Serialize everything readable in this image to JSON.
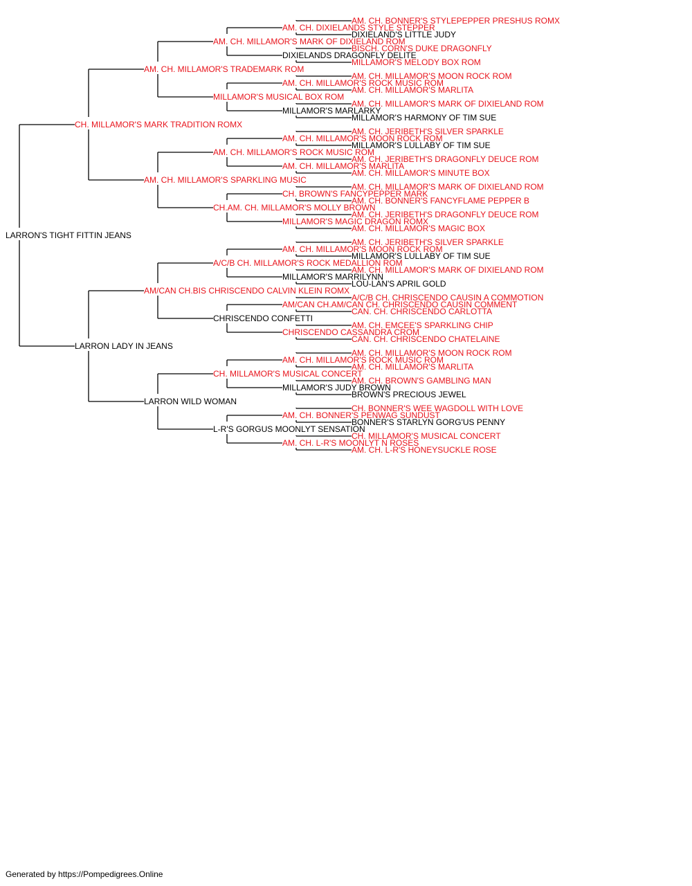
{
  "colors": {
    "champion": "#e8141c",
    "regular": "#000000",
    "line": "#000000"
  },
  "pedigree": {
    "name": "LARRON'S TIGHT FITTIN JEANS",
    "champion": false,
    "sire": {
      "name": "CH. MILLAMOR'S MARK TRADITION ROMX",
      "champion": true,
      "sire": {
        "name": "AM. CH. MILLAMOR'S TRADEMARK ROM",
        "champion": true,
        "sire": {
          "name": "AM. CH. MILLAMOR'S MARK OF DIXIELAND ROM",
          "champion": true,
          "sire": {
            "name": "AM. CH. DIXIELANDS STYLE STEPPER",
            "champion": true,
            "sire": {
              "name": "AM. CH. BONNER'S STYLEPEPPER PRESHUS ROMX",
              "champion": true
            },
            "dam": {
              "name": "DIXIELAND'S LITTLE JUDY",
              "champion": false
            }
          },
          "dam": {
            "name": "DIXIELANDS DRAGONFLY DELITE",
            "champion": false,
            "sire": {
              "name": "BISCH. CORN'S DUKE DRAGONFLY",
              "champion": true
            },
            "dam": {
              "name": "MILLAMOR'S MELODY BOX ROM",
              "champion": true
            }
          }
        },
        "dam": {
          "name": "MILLAMOR'S MUSICAL BOX ROM",
          "champion": true,
          "sire": {
            "name": "AM. CH. MILLAMOR'S ROCK MUSIC ROM",
            "champion": true,
            "sire": {
              "name": "AM. CH. MILLAMOR'S MOON ROCK ROM",
              "champion": true
            },
            "dam": {
              "name": "AM. CH. MILLAMOR'S MARLITA",
              "champion": true
            }
          },
          "dam": {
            "name": "MILLAMOR'S MARLARKY",
            "champion": false,
            "sire": {
              "name": "AM. CH. MILLAMOR'S MARK OF DIXIELAND ROM",
              "champion": true
            },
            "dam": {
              "name": "MILLAMOR'S HARMONY OF TIM SUE",
              "champion": false
            }
          }
        }
      },
      "dam": {
        "name": "AM. CH. MILLAMOR'S SPARKLING MUSIC",
        "champion": true,
        "sire": {
          "name": "AM. CH. MILLAMOR'S ROCK MUSIC ROM",
          "champion": true,
          "sire": {
            "name": "AM. CH. MILLAMOR'S MOON ROCK ROM",
            "champion": true,
            "sire": {
              "name": "AM. CH. JERIBETH'S SILVER SPARKLE",
              "champion": true
            },
            "dam": {
              "name": "MILLAMOR'S LULLABY OF TIM SUE",
              "champion": false
            }
          },
          "dam": {
            "name": "AM. CH. MILLAMOR'S MARLITA",
            "champion": true,
            "sire": {
              "name": "AM. CH. JERIBETH'S DRAGONFLY DEUCE ROM",
              "champion": true
            },
            "dam": {
              "name": "AM. CH. MILLAMOR'S MINUTE BOX",
              "champion": true
            }
          }
        },
        "dam": {
          "name": "CH.AM. CH. MILLAMOR'S MOLLY BROWN",
          "champion": true,
          "sire": {
            "name": "CH. BROWN'S FANCYPEPPER MARK",
            "champion": true,
            "sire": {
              "name": "AM. CH. MILLAMOR'S MARK OF DIXIELAND ROM",
              "champion": true
            },
            "dam": {
              "name": "AM. CH. BONNER'S FANCYFLAME PEPPER B",
              "champion": true
            }
          },
          "dam": {
            "name": "MILLAMOR'S MAGIC DRAGON ROMX",
            "champion": true,
            "sire": {
              "name": "AM. CH. JERIBETH'S DRAGONFLY DEUCE ROM",
              "champion": true
            },
            "dam": {
              "name": "AM. CH. MILLAMOR'S MAGIC BOX",
              "champion": true
            }
          }
        }
      }
    },
    "dam": {
      "name": "LARRON LADY IN JEANS",
      "champion": false,
      "sire": {
        "name": "AM/CAN CH.BIS CHRISCENDO CALVIN KLEIN ROMX",
        "champion": true,
        "sire": {
          "name": "A/C/B CH. MILLAMOR'S ROCK MEDALLION ROM",
          "champion": true,
          "sire": {
            "name": "AM. CH. MILLAMOR'S MOON ROCK ROM",
            "champion": true,
            "sire": {
              "name": "AM. CH. JERIBETH'S SILVER SPARKLE",
              "champion": true
            },
            "dam": {
              "name": "MILLAMOR'S LULLABY OF TIM SUE",
              "champion": false
            }
          },
          "dam": {
            "name": "MILLAMOR'S MARRILYNN",
            "champion": false,
            "sire": {
              "name": "AM. CH. MILLAMOR'S MARK OF DIXIELAND ROM",
              "champion": true
            },
            "dam": {
              "name": "LOU-LAN'S APRIL GOLD",
              "champion": false
            }
          }
        },
        "dam": {
          "name": "CHRISCENDO CONFETTI",
          "champion": false,
          "sire": {
            "name": "AM/CAN CH.AM/CAN CH. CHRISCENDO CAUSIN COMMENT",
            "champion": true,
            "sire": {
              "name": "A/C/B CH. CHRISCENDO CAUSIN A COMMOTION",
              "champion": true
            },
            "dam": {
              "name": "CAN. CH. CHRISCENDO CARLOTTA",
              "champion": true
            }
          },
          "dam": {
            "name": "CHRISCENDO CASSANDRA CROM",
            "champion": true,
            "sire": {
              "name": "AM. CH. EMCEE'S SPARKLING CHIP",
              "champion": true
            },
            "dam": {
              "name": "CAN. CH. CHRISCENDO CHATELAINE",
              "champion": true
            }
          }
        }
      },
      "dam": {
        "name": "LARRON WILD WOMAN",
        "champion": false,
        "sire": {
          "name": "CH. MILLAMOR'S MUSICAL CONCERT",
          "champion": true,
          "sire": {
            "name": "AM. CH. MILLAMOR'S ROCK MUSIC ROM",
            "champion": true,
            "sire": {
              "name": "AM. CH. MILLAMOR'S MOON ROCK ROM",
              "champion": true
            },
            "dam": {
              "name": "AM. CH. MILLAMOR'S MARLITA",
              "champion": true
            }
          },
          "dam": {
            "name": "MILLAMOR'S JUDY BROWN",
            "champion": false,
            "sire": {
              "name": "AM. CH. BROWN'S GAMBLING MAN",
              "champion": true
            },
            "dam": {
              "name": "BROWN'S PRECIOUS JEWEL",
              "champion": false
            }
          }
        },
        "dam": {
          "name": "L-R'S GORGUS MOONLYT SENSATION",
          "champion": false,
          "sire": {
            "name": "AM. CH. BONNER'S PENWAG SUNDUST",
            "champion": true,
            "sire": {
              "name": "CH. BONNER'S WEE WAGDOLL WITH LOVE",
              "champion": true
            },
            "dam": {
              "name": "BONNER'S STARLYN GORG'US PENNY",
              "champion": false
            }
          },
          "dam": {
            "name": "AM. CH. L-R'S MOONLYT N ROSES",
            "champion": true,
            "sire": {
              "name": "CH. MILLAMOR'S MUSICAL CONCERT",
              "champion": true
            },
            "dam": {
              "name": "AM. CH. L-R'S HONEYSUCKLE ROSE",
              "champion": true
            }
          }
        }
      }
    }
  },
  "footer": "Generated by https://Pompedigrees.Online"
}
